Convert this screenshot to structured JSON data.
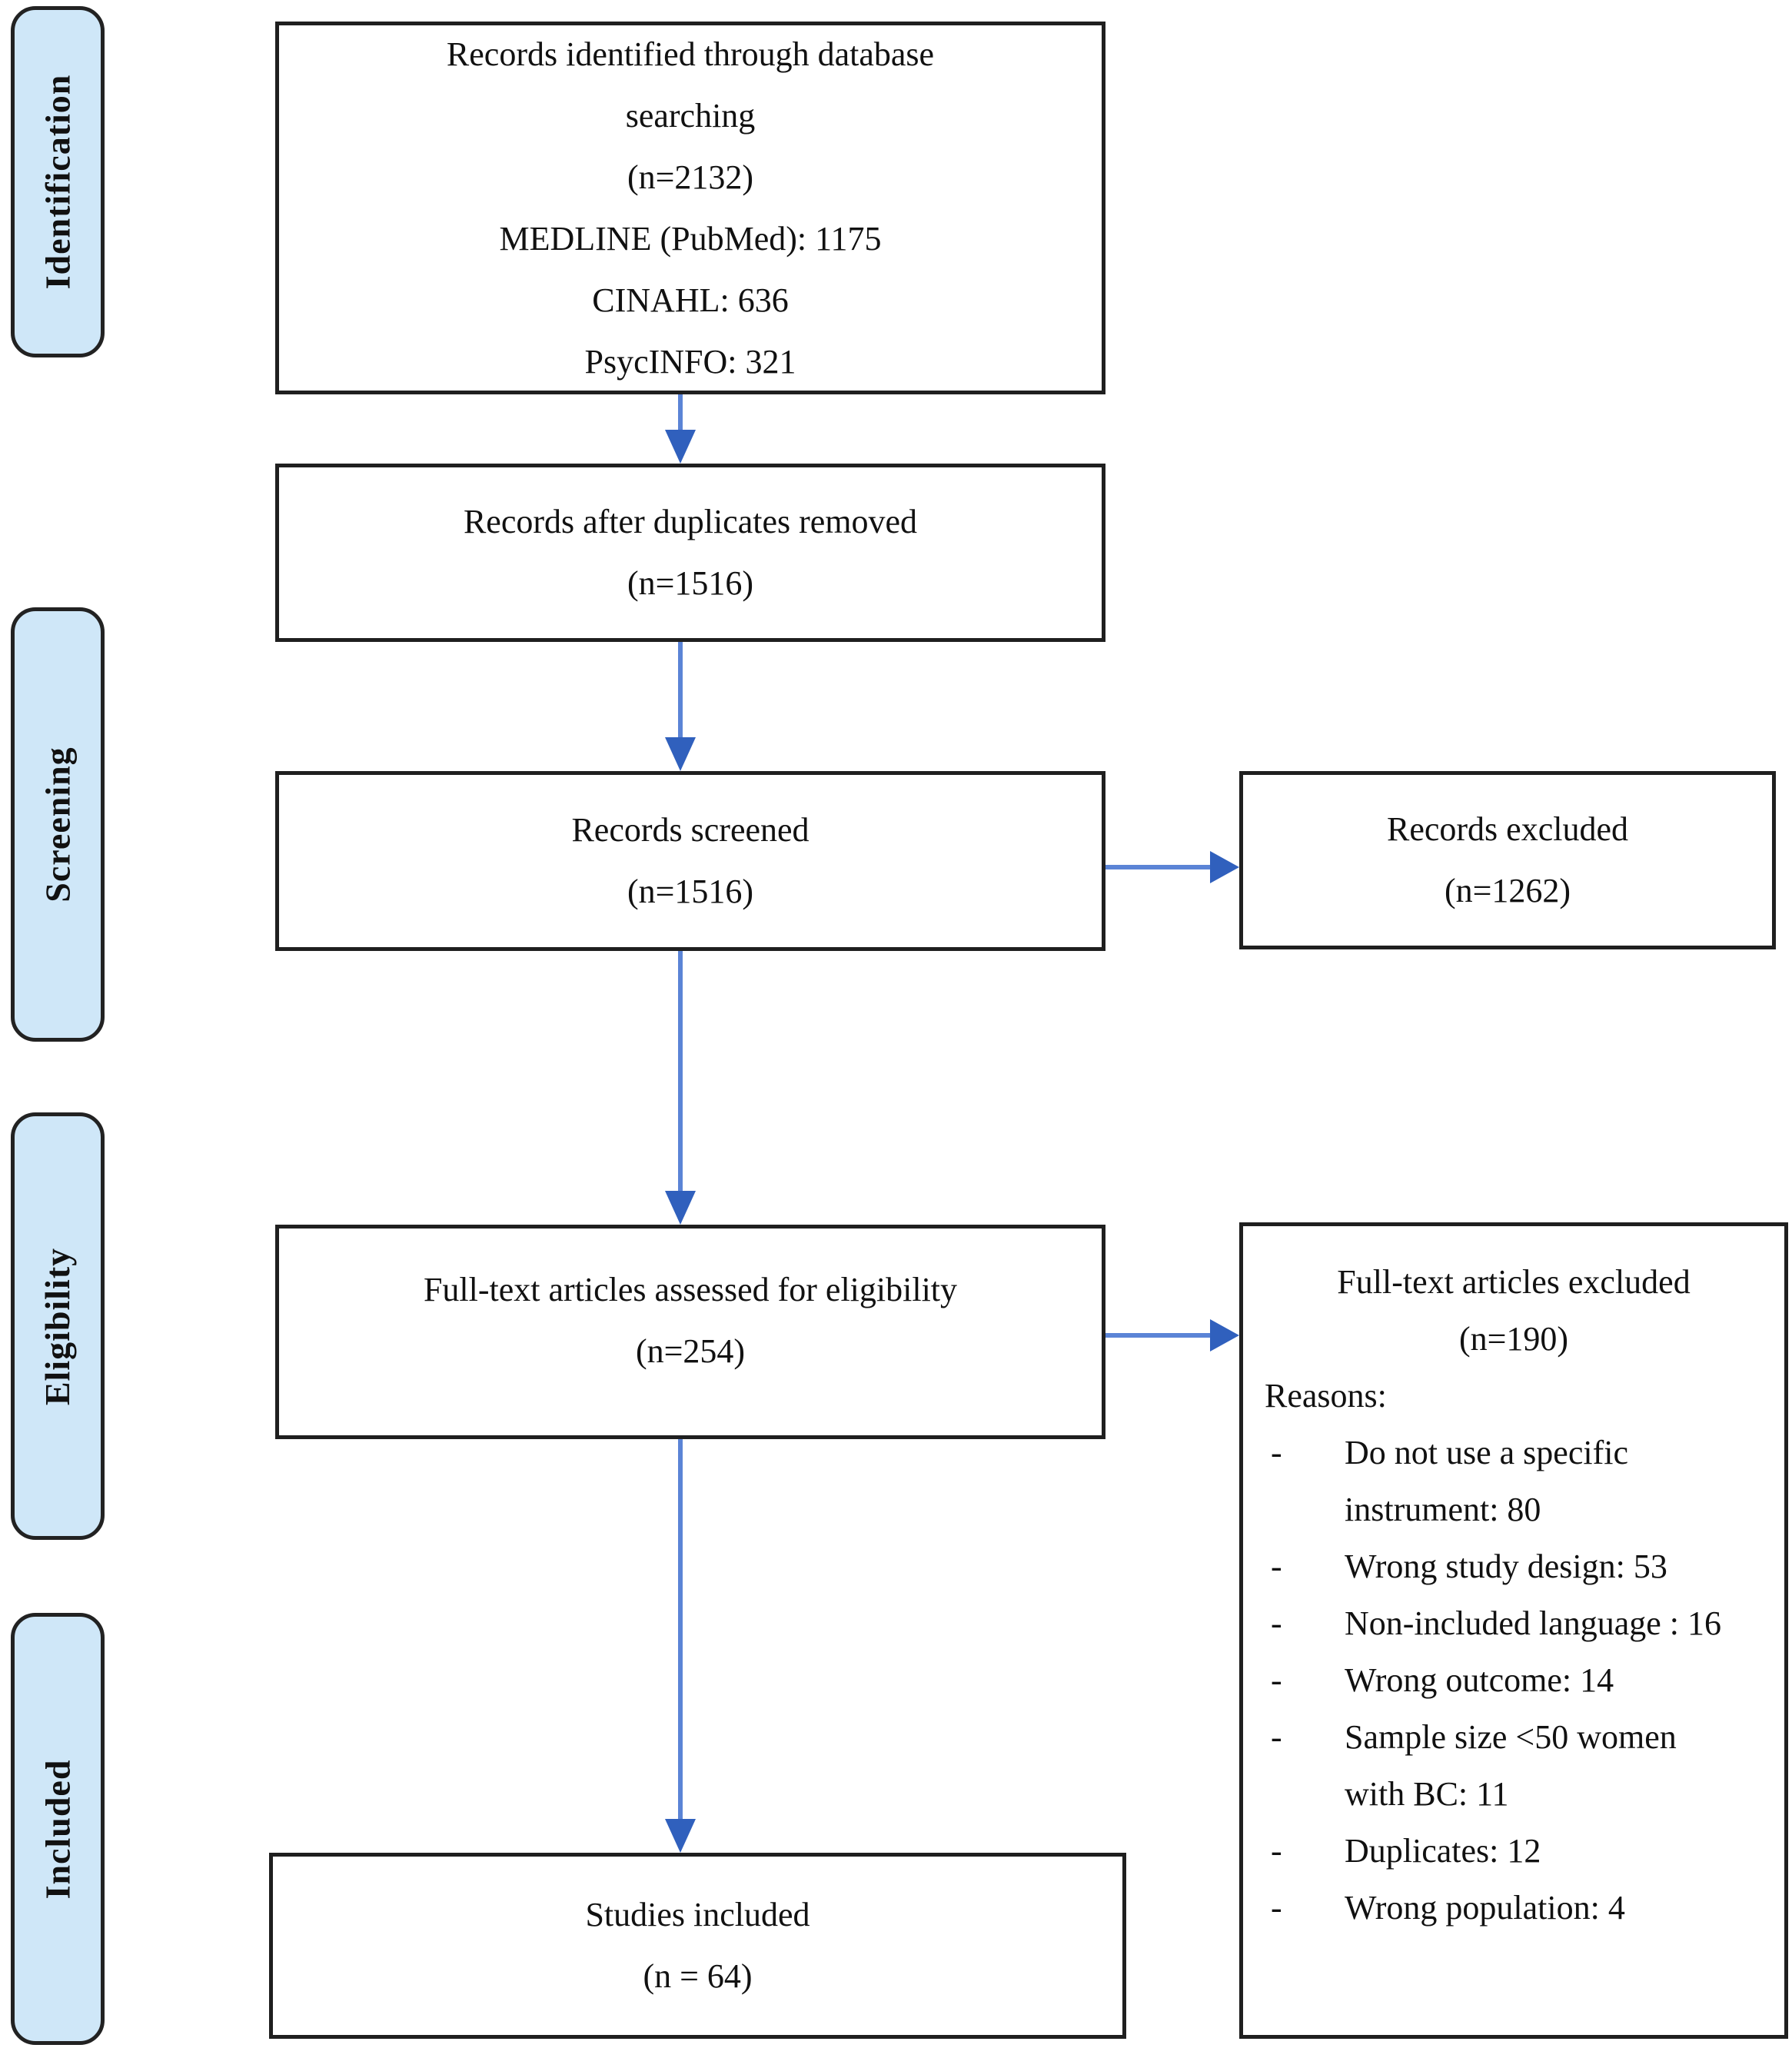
{
  "stages": [
    {
      "label": "Identification"
    },
    {
      "label": "Screening"
    },
    {
      "label": "Eligibility"
    },
    {
      "label": "Included"
    }
  ],
  "boxes": {
    "identified": {
      "lines": [
        "Records identified through database",
        "searching",
        "(n=2132)",
        "MEDLINE (PubMed): 1175",
        "CINAHL: 636",
        "PsycINFO: 321"
      ]
    },
    "dedup": {
      "lines": [
        "Records after duplicates removed",
        "(n=1516)"
      ]
    },
    "screened": {
      "lines": [
        "Records screened",
        "(n=1516)"
      ]
    },
    "records_excluded": {
      "lines": [
        "Records excluded",
        "(n=1262)"
      ]
    },
    "fulltext": {
      "lines": [
        "Full-text articles assessed for eligibility",
        "(n=254)"
      ]
    },
    "fulltext_excluded": {
      "title_lines": [
        "Full-text articles excluded",
        "(n=190)"
      ],
      "reasons_label": "Reasons:",
      "bullet": "-",
      "reasons": [
        "Do not use a specific instrument: 80",
        "Wrong study design: 53",
        "Non-included language : 16",
        "Wrong outcome: 14",
        "Sample size <50 women with BC: 11",
        "Duplicates: 12",
        "Wrong population: 4"
      ]
    },
    "included": {
      "lines": [
        "Studies included",
        "(n = 64)"
      ]
    }
  },
  "colors": {
    "sidebar_fill": "#cfe7f8",
    "box_border": "#1f1f1f",
    "arrow_line": "#5b84d6",
    "arrow_head": "#3060bd"
  }
}
